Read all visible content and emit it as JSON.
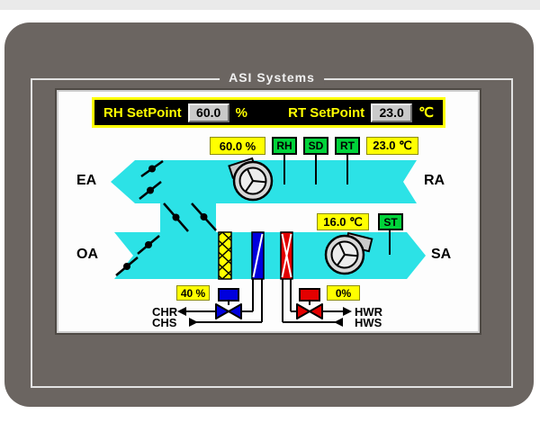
{
  "window": {
    "title": "ASI Systems"
  },
  "setpoints": {
    "rh_label": "RH SetPoint",
    "rh_value": "60.0",
    "rh_unit": "%",
    "rt_label": "RT SetPoint",
    "rt_value": "23.0",
    "rt_unit": "℃"
  },
  "indicators": {
    "return_humidity": "60.0 %",
    "return_temp": "23.0 ℃",
    "supply_temp": "16.0 ℃",
    "chw_valve_position": "40 %",
    "hw_valve_position": "0%"
  },
  "buttons": {
    "rh": "RH",
    "sd": "SD",
    "rt": "RT",
    "st": "ST"
  },
  "duct_labels": {
    "exhaust": "EA",
    "return": "RA",
    "outside": "OA",
    "supply": "SA"
  },
  "pipe_labels": {
    "chilled_return": "CHR",
    "chilled_supply": "CHS",
    "hot_return": "HWR",
    "hot_supply": "HWS"
  },
  "colors": {
    "duct_cyan": "#2ce2e6",
    "indicator_yellow": "#ffff00",
    "button_green": "#00d33a",
    "cooling_coil_blue": "#0000dd",
    "heating_coil_red": "#e30000",
    "bezel_gray": "#6b6561",
    "setpoint_bar_black": "#000000"
  }
}
